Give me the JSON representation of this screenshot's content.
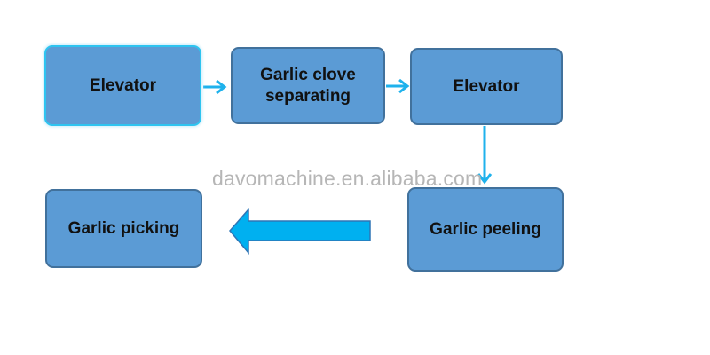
{
  "diagram": {
    "nodes": [
      {
        "id": "elevator-1",
        "label": "Elevator"
      },
      {
        "id": "garlic-clove-separating",
        "label": "Garlic clove separating"
      },
      {
        "id": "elevator-2",
        "label": "Elevator"
      },
      {
        "id": "garlic-peeling",
        "label": "Garlic peeling"
      },
      {
        "id": "garlic-picking",
        "label": "Garlic picking"
      }
    ],
    "edges": [
      {
        "from": "elevator-1",
        "to": "garlic-clove-separating"
      },
      {
        "from": "garlic-clove-separating",
        "to": "elevator-2"
      },
      {
        "from": "elevator-2",
        "to": "garlic-peeling"
      },
      {
        "from": "garlic-peeling",
        "to": "garlic-picking"
      }
    ]
  },
  "watermark": "davomachine.en.alibaba.com",
  "colors": {
    "node_fill": "#5b9bd5",
    "node_border": "#41719c",
    "arrow": "#1fb2ec",
    "big_arrow_fill": "#00b0f0",
    "big_arrow_stroke": "#2e75b6"
  }
}
